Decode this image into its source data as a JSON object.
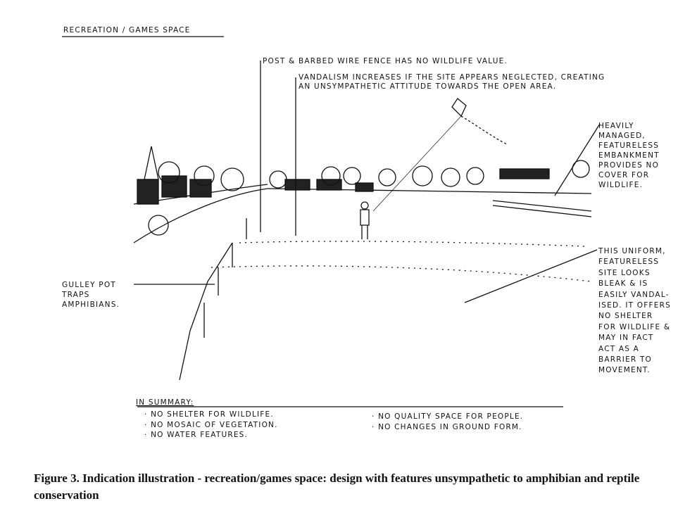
{
  "figure": {
    "heading": "Recreation / Games space",
    "annotations": {
      "fence": "Post & barbed wire fence has no wildlife value.",
      "vandalism_line1": "Vandalism increases if the site appears neglected, creating",
      "vandalism_line2": "an unsympathetic attitude towards the open area.",
      "embankment": [
        "Heavily",
        "managed,",
        "featureless",
        "embankment",
        "provides no",
        "cover for",
        "wildlife."
      ],
      "gulley": [
        "Gulley pot",
        "traps",
        "amphibians."
      ],
      "uniform": [
        "This uniform,",
        "featureless",
        "site looks",
        "bleak & is",
        "easily vandal-",
        "ised. It offers",
        "no shelter",
        "for wildlife &",
        "may in fact",
        "act as a",
        "barrier to",
        "movement."
      ]
    },
    "summary": {
      "title": "In summary:",
      "left": [
        "· No shelter for wildlife.",
        "· No mosaic of vegetation.",
        "· No water features."
      ],
      "right": [
        "· No quality space for people.",
        "· No changes in ground form."
      ]
    }
  },
  "caption": "Figure 3.  Indication illustration - recreation/games space: design with features unsympathetic to amphibian and reptile conservation"
}
